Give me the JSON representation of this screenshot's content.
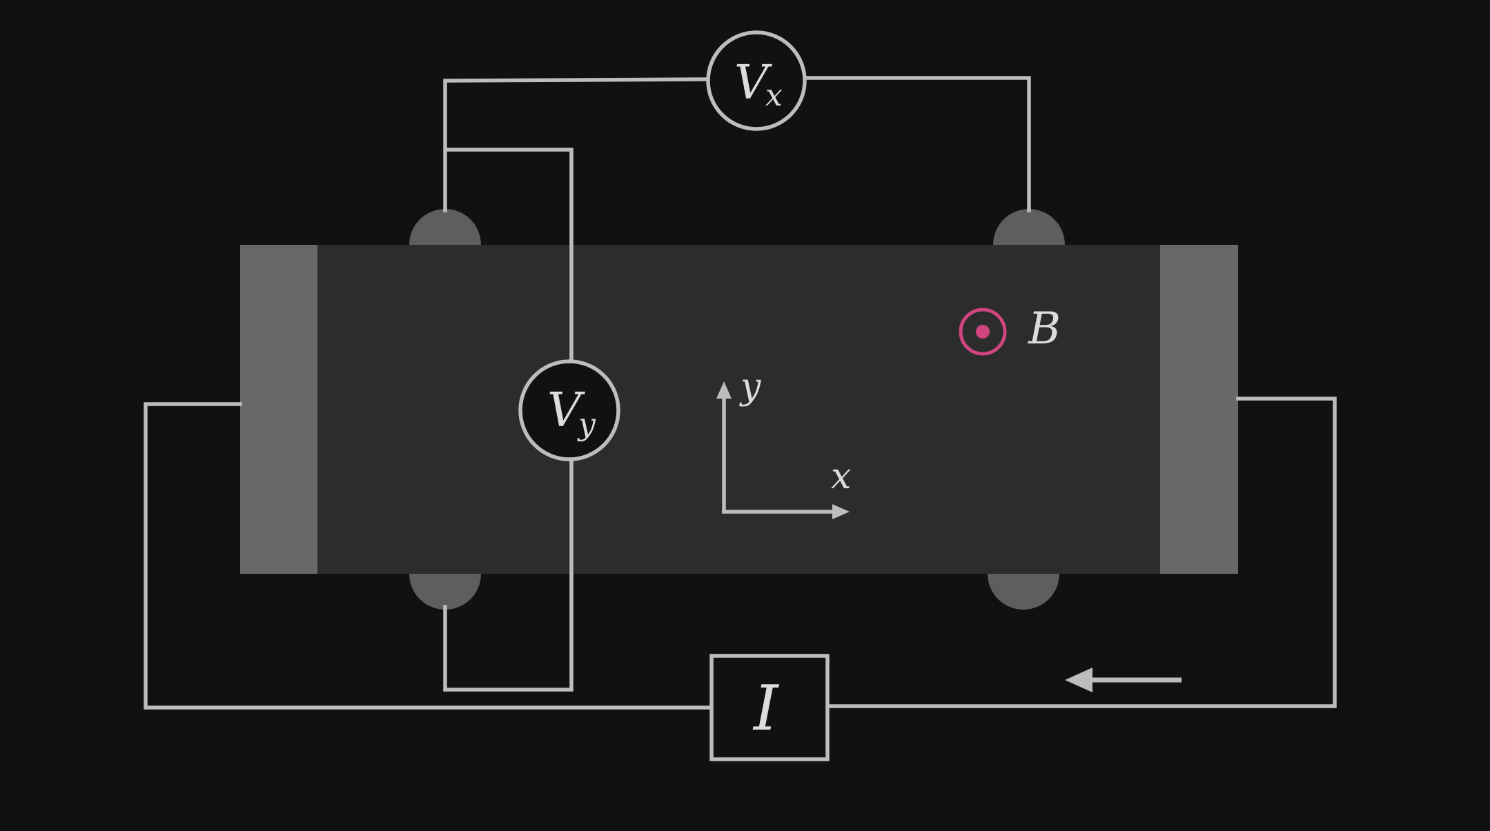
{
  "diagram": {
    "meters": {
      "vx": {
        "symbol": "V",
        "subscript": "x"
      },
      "vy": {
        "symbol": "V",
        "subscript": "y"
      }
    },
    "current_source": {
      "label": "I"
    },
    "magnetic_field": {
      "label": "B",
      "direction": "out-of-page"
    },
    "axes": {
      "x_label": "x",
      "y_label": "y"
    },
    "current_arrow": {
      "direction": "left"
    },
    "colors": {
      "background": "#111111",
      "sample": "#2c2c2c",
      "electrode": "#686868",
      "contact": "#5e5e5e",
      "wire": "#bdbdbd",
      "field_symbol": "#d0457f"
    }
  }
}
